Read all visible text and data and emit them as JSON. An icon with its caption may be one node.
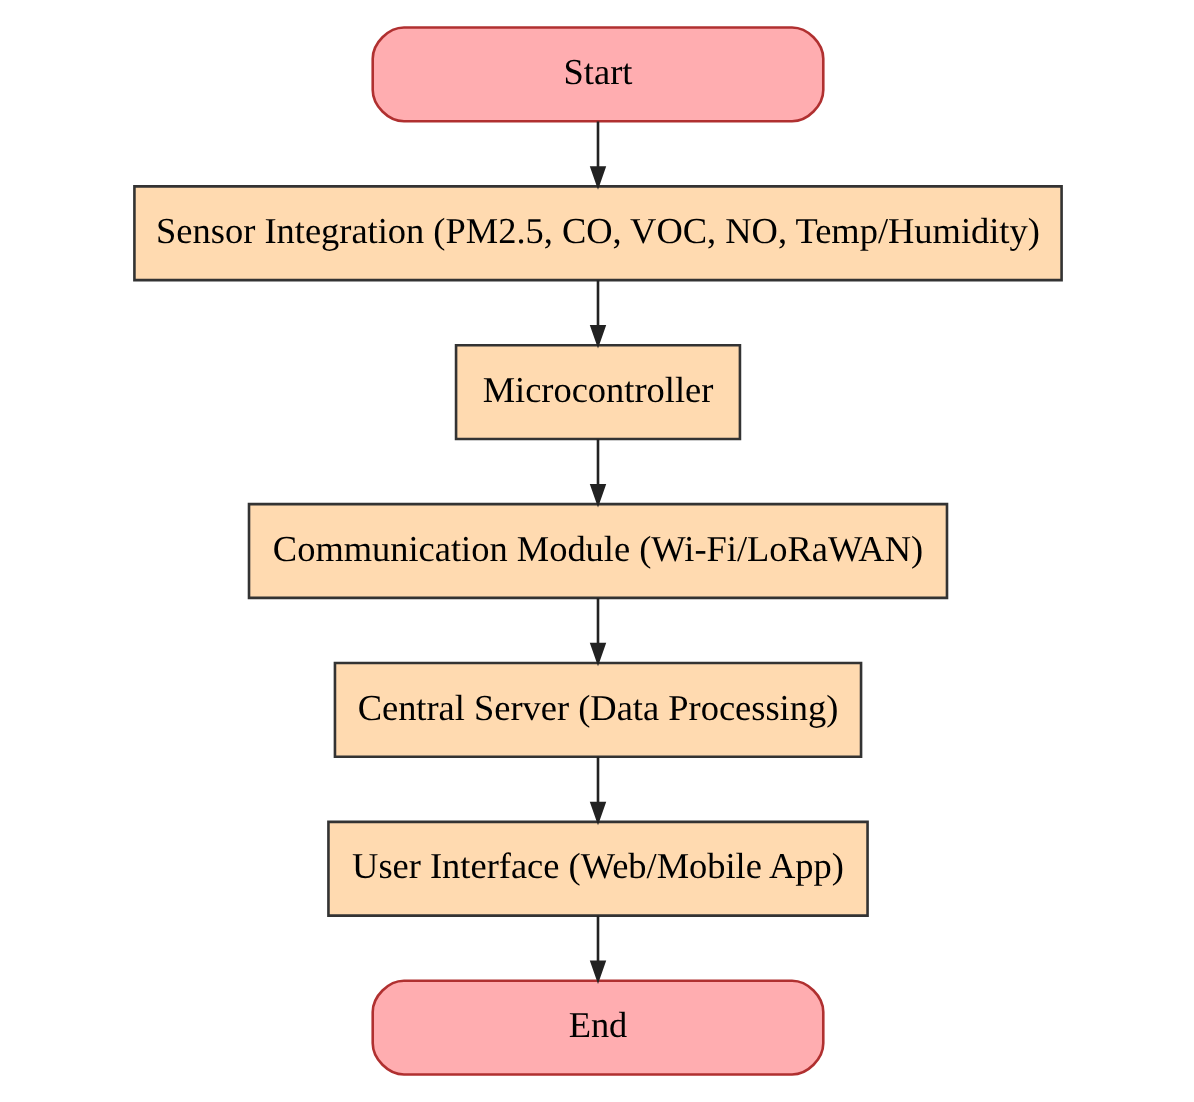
{
  "diagram": {
    "nodes": [
      {
        "text": [
          "Start"
        ]
      },
      {
        "text": [
          "Sensor Integration (PM2.5, CO, VOC, NO, Temp/Humidity)"
        ]
      },
      {
        "text": [
          "Microcontroller"
        ]
      },
      {
        "text": [
          "Communication Module (Wi-Fi/LoRaWAN)"
        ]
      },
      {
        "text": [
          "Central Server (Data Processing)"
        ]
      },
      {
        "text": [
          "User Interface (Web/Mobile App)"
        ]
      },
      {
        "text": [
          "End"
        ]
      }
    ],
    "edges": [
      {
        "from": 0,
        "to": 1,
        "arrow": "to"
      },
      {
        "from": 1,
        "to": 2,
        "arrow": "to"
      },
      {
        "from": 2,
        "to": 3,
        "arrow": "to"
      },
      {
        "from": 3,
        "to": 4,
        "arrow": "to"
      },
      {
        "from": 4,
        "to": 5,
        "arrow": "to"
      },
      {
        "from": 5,
        "to": 6,
        "arrow": "to"
      }
    ]
  }
}
